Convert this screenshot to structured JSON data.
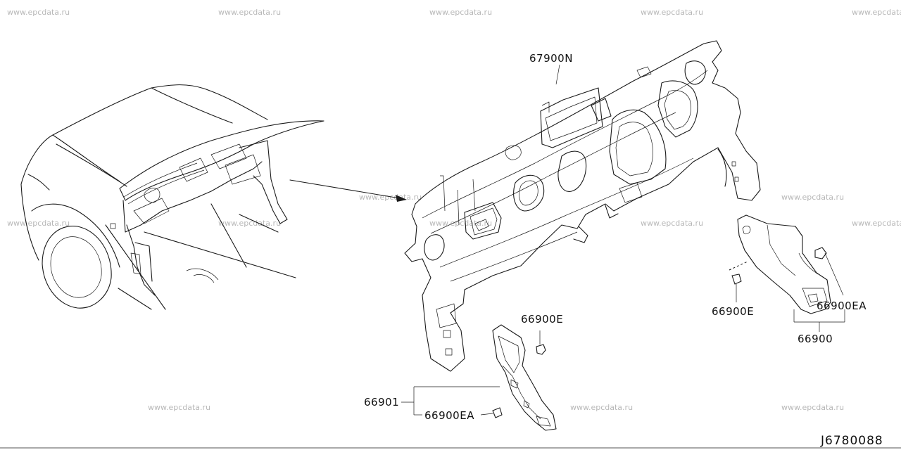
{
  "watermark": "www.epcdata.ru",
  "parts": {
    "dash_insulator": "67900N",
    "clip_upper_right": "66900E",
    "clip_lower": "66900EA",
    "clip_right_e": "66900E",
    "clip_right_ea": "66900EA",
    "finisher_left": "66901",
    "finisher_right": "66900"
  },
  "diagram_code": "J6780088"
}
